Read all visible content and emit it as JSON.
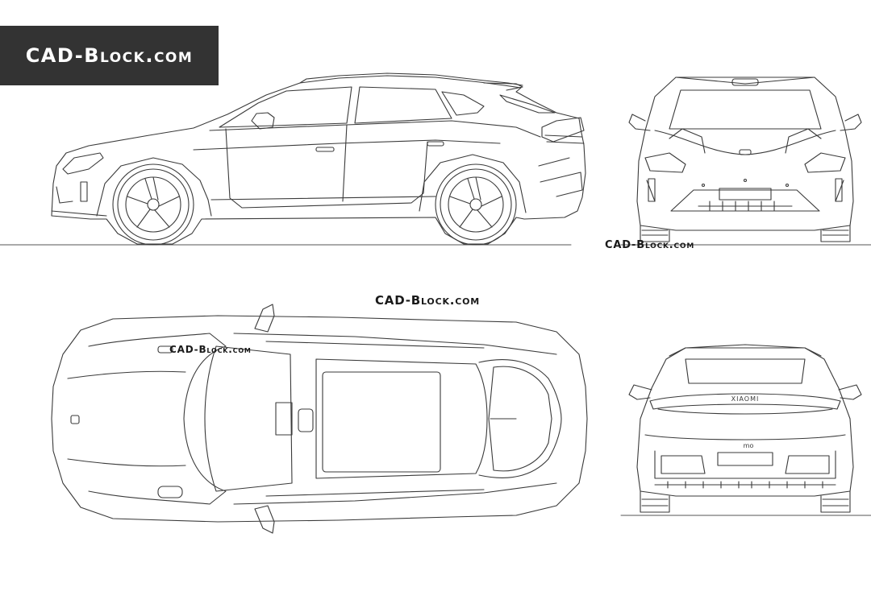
{
  "brand": {
    "logo_text": "CAD-Block.com",
    "logo_bg": "#333333",
    "logo_fg": "#ffffff"
  },
  "watermarks": {
    "front_view": "CAD-Block.com",
    "mid": "CAD-Block.com",
    "top_view": "CAD-Block.com"
  },
  "vehicle_badges": {
    "rear_badge": "XIAOMI",
    "rear_logo": "mo"
  },
  "colors": {
    "line": "#3a3a3a",
    "ground": "#555555",
    "background": "#ffffff"
  }
}
